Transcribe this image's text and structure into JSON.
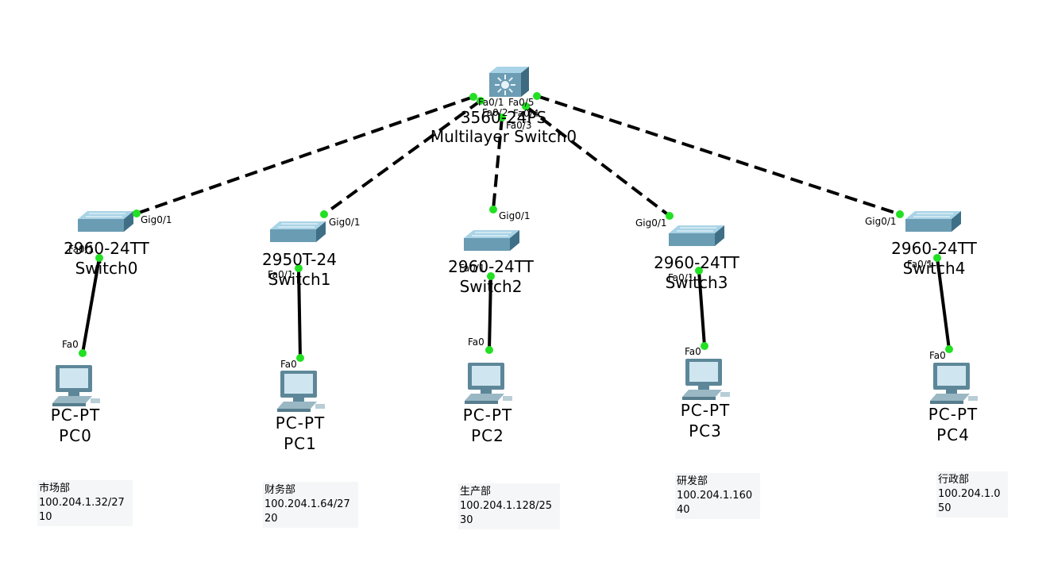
{
  "core": {
    "model": "3560-24PS",
    "name": "Multilayer Switch0",
    "ports": [
      "Fa0/1",
      "Fa0/2",
      "Fa0/3",
      "Fa0/4",
      "Fa0/5"
    ]
  },
  "switches": [
    {
      "model": "2960-24TT",
      "name": "Switch0",
      "uplink": "Gig0/1",
      "downlink": "Fa0/1"
    },
    {
      "model": "2950T-24",
      "name": "Switch1",
      "uplink": "Gig0/1",
      "downlink": "Fa0/1"
    },
    {
      "model": "2960-24TT",
      "name": "Switch2",
      "uplink": "Gig0/1",
      "downlink": "Fa0/1"
    },
    {
      "model": "2960-24TT",
      "name": "Switch3",
      "uplink": "Gig0/1",
      "downlink": "Fa0/1"
    },
    {
      "model": "2960-24TT",
      "name": "Switch4",
      "uplink": "Gig0/1",
      "downlink": "Fa0/1"
    }
  ],
  "pcs": [
    {
      "model": "PC-PT",
      "name": "PC0",
      "port": "Fa0"
    },
    {
      "model": "PC-PT",
      "name": "PC1",
      "port": "Fa0"
    },
    {
      "model": "PC-PT",
      "name": "PC2",
      "port": "Fa0"
    },
    {
      "model": "PC-PT",
      "name": "PC3",
      "port": "Fa0"
    },
    {
      "model": "PC-PT",
      "name": "PC4",
      "port": "Fa0"
    }
  ],
  "notes": [
    {
      "dept": "市场部",
      "network": "100.204.1.32/27",
      "hosts": "10"
    },
    {
      "dept": "财务部",
      "network": "100.204.1.64/27",
      "hosts": "20"
    },
    {
      "dept": "生产部",
      "network": "100.204.1.128/25",
      "hosts": "30"
    },
    {
      "dept": "研发部",
      "network": "100.204.1.160",
      "hosts": "40"
    },
    {
      "dept": "行政部",
      "network": "100.204.1.0",
      "hosts": "50"
    }
  ],
  "colors": {
    "link": "#000000",
    "port_up": "#22e022",
    "device": "#5b8fa8",
    "device_top": "#a9d3e6"
  }
}
